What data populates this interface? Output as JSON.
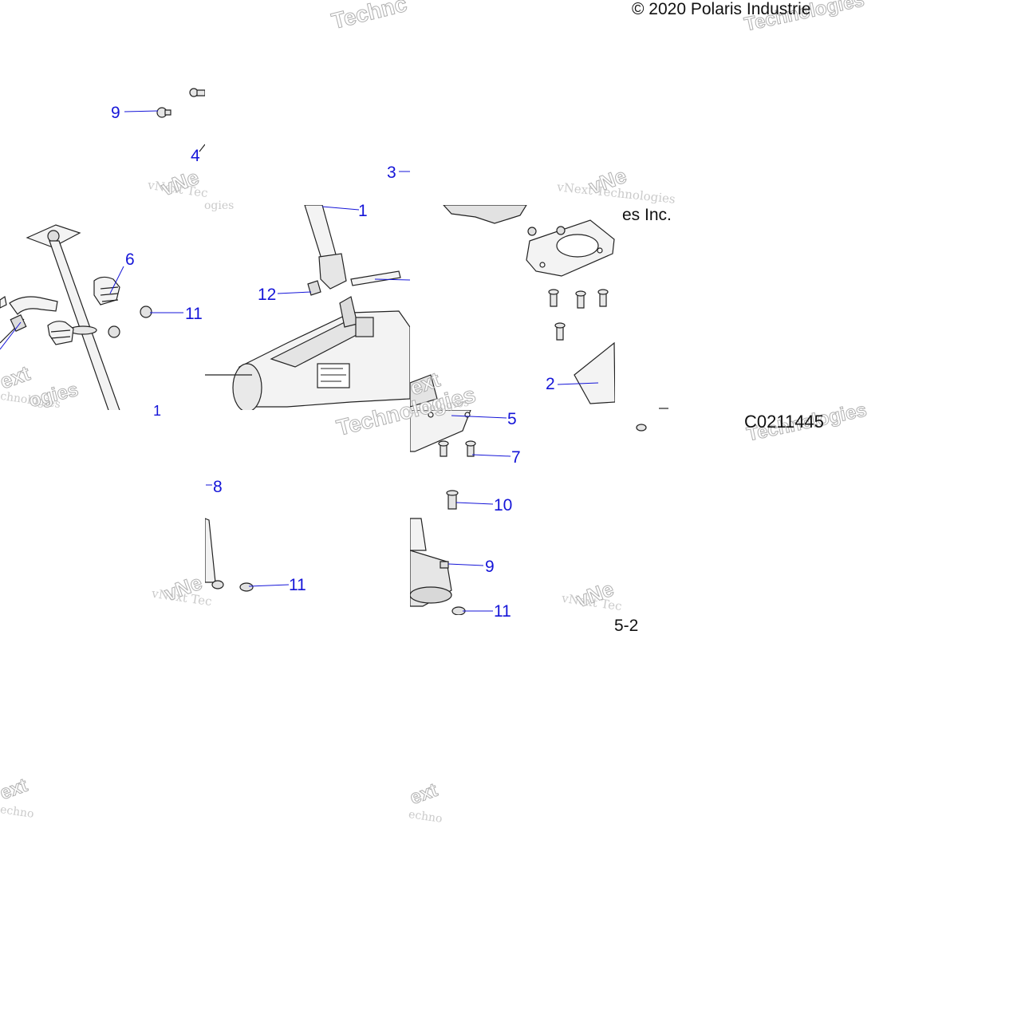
{
  "copyright": "© 2020 Polaris Industrie",
  "diagram_id": "C0211445",
  "fragments": {
    "inc": "es Inc.",
    "page": "5-2"
  },
  "watermark": {
    "brand": "vNext Technologies",
    "short_a": "vNext Tec",
    "short_b": "chnologies",
    "short_c": "Technologies",
    "short_d": "Technc",
    "short_e": "ogies",
    "short_f": "ext",
    "short_g": "echnologies",
    "short_h": "vNe",
    "short_i": "echno"
  },
  "callouts": [
    {
      "id": "c9a",
      "label": "9"
    },
    {
      "id": "c4",
      "label": "4"
    },
    {
      "id": "c3",
      "label": "3"
    },
    {
      "id": "c1",
      "label": "1"
    },
    {
      "id": "c6",
      "label": "6"
    },
    {
      "id": "c12",
      "label": "12"
    },
    {
      "id": "c11a",
      "label": "11"
    },
    {
      "id": "c2",
      "label": "2"
    },
    {
      "id": "c5",
      "label": "5"
    },
    {
      "id": "c7",
      "label": "7"
    },
    {
      "id": "c8",
      "label": "8"
    },
    {
      "id": "c10",
      "label": "10"
    },
    {
      "id": "c9b",
      "label": "9"
    },
    {
      "id": "c11b",
      "label": "11"
    },
    {
      "id": "c11c",
      "label": "11"
    },
    {
      "id": "c1b",
      "label": "1"
    }
  ],
  "colors": {
    "callout": "#1515d8",
    "line": "#222222",
    "part_fill": "#f3f3f3",
    "shade": "#c9c9c9"
  }
}
